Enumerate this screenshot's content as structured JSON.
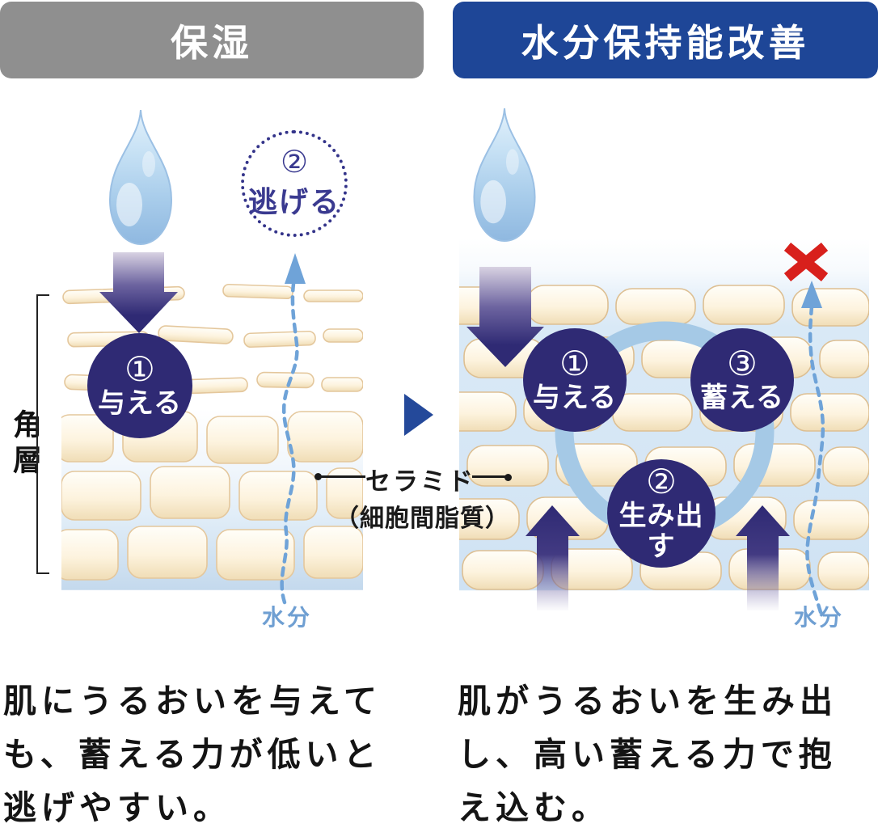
{
  "headers": {
    "left": "保湿",
    "right": "水分保持能改善"
  },
  "left_panel": {
    "escape_badge": {
      "number": "②",
      "label": "逃げる"
    },
    "give_badge": {
      "number": "①",
      "label": "与える"
    },
    "moisture_label": "水分",
    "layer_label": "角層"
  },
  "right_panel": {
    "give_badge": {
      "number": "①",
      "label": "与える"
    },
    "store_badge": {
      "number": "③",
      "label": "蓄える"
    },
    "produce_badge": {
      "number": "②",
      "label": "生み出す"
    },
    "moisture_label": "水分"
  },
  "center_label": {
    "title": "セラミド",
    "subtitle": "（細胞間脂質）"
  },
  "captions": {
    "left": {
      "lines": [
        "肌にうるおいを与えて",
        "も、蓄える力が低いと",
        "逃げやすい。"
      ]
    },
    "right": {
      "lines": [
        "肌がうるおいを生み出",
        "し、高い蓄える力で抱",
        "え込む。"
      ]
    }
  },
  "colors": {
    "navy": "#2f2a74",
    "header_blue": "#1e4697",
    "header_gray": "#8f8f8f",
    "ring_blue": "#a5c9e6",
    "water_blue": "#6f9fd2",
    "red_x": "#d8201c"
  }
}
